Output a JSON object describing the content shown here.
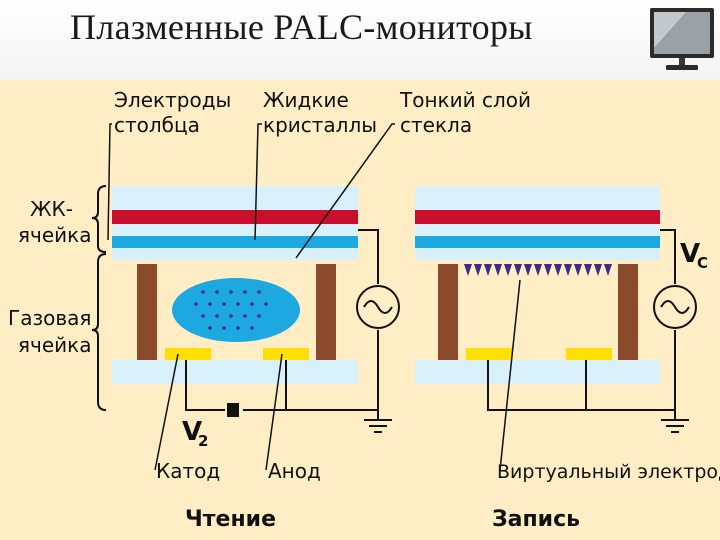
{
  "title": "Плазменные PALC-мониторы",
  "labels": {
    "column_electrodes": [
      "Электроды",
      "столбца"
    ],
    "liquid_crystals": [
      "Жидкие",
      "кристаллы"
    ],
    "thin_glass": [
      "Тонкий слой",
      "стекла"
    ],
    "lc_cell": [
      "ЖК-",
      "ячейка"
    ],
    "gas_cell": [
      "Газовая",
      "ячейка"
    ],
    "cathode": "Катод",
    "anode": "Анод",
    "virtual_electrode": "Виртуальный электрод",
    "v2": "V",
    "v2_sub": "2",
    "vc": "V",
    "vc_sub": "C"
  },
  "captions": {
    "read": "Чтение",
    "write": "Запись"
  },
  "colors": {
    "panel_bg": "#ffeec5",
    "glass": "#d8f0fa",
    "red_electrode": "#c8102e",
    "lc_layer": "#1ea8e0",
    "walls": "#8b4a2b",
    "electrodes_yellow": "#ffe000",
    "plasma": "#1ea8e0",
    "charges": "#3a2a8a"
  },
  "icons": [
    "monitor-icon",
    "ac-source-icon",
    "ground-icon",
    "battery-icon"
  ]
}
